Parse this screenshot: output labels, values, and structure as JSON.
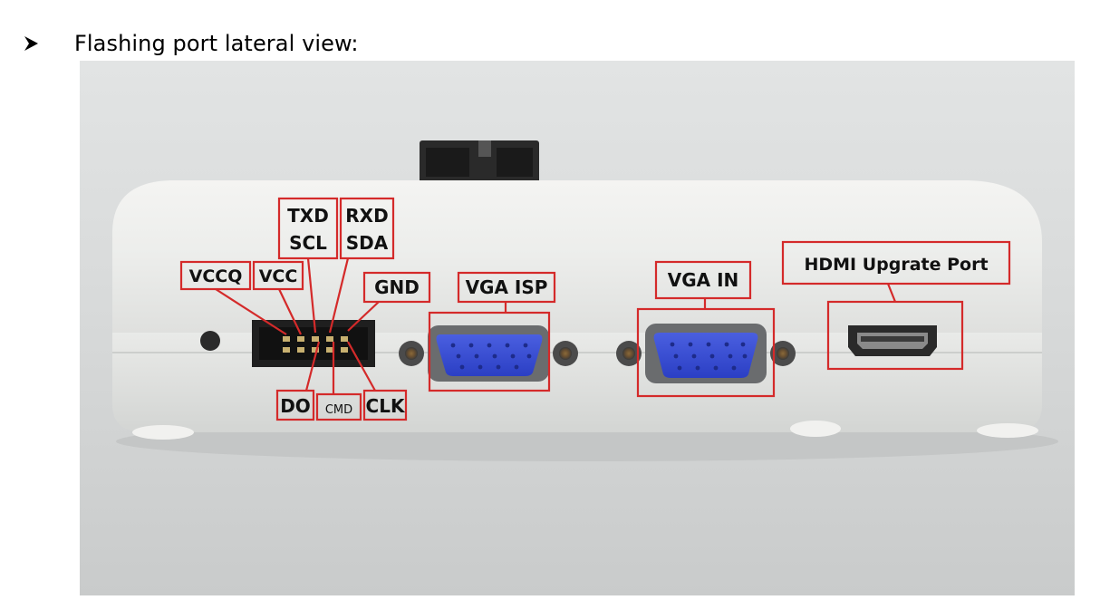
{
  "heading": {
    "bullet_icon": "arrowhead-bullet-icon",
    "text": "Flashing port lateral view:"
  },
  "photo": {
    "callout_color": "#d42a2a",
    "labels": {
      "txd": "TXD",
      "scl": "SCL",
      "rxd": "RXD",
      "sda": "SDA",
      "vccq": "VCCQ",
      "vcc": "VCC",
      "gnd": "GND",
      "vga_isp": "VGA ISP",
      "vga_in": "VGA IN",
      "hdmi": "HDMI Upgrate Port",
      "do": "DO",
      "cmd": "CMD",
      "clk": "CLK"
    }
  }
}
